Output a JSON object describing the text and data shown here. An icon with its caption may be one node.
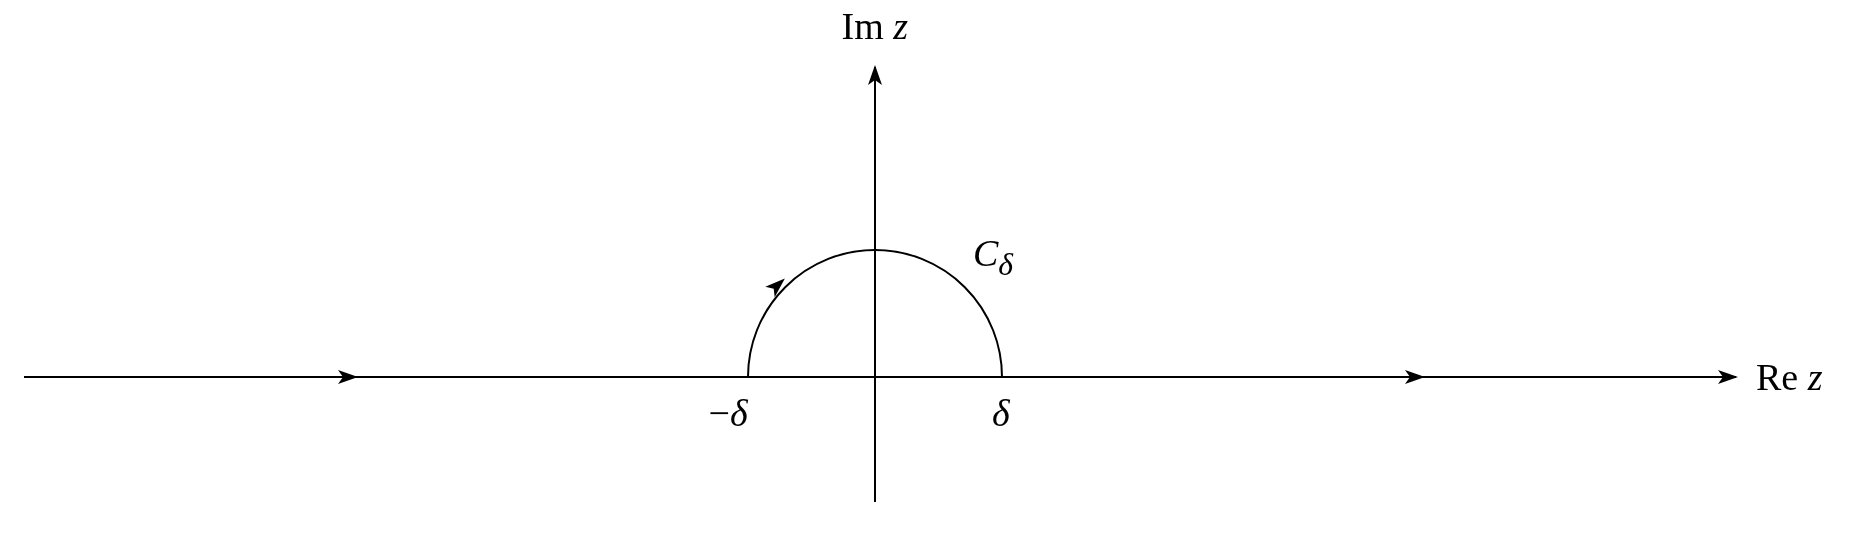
{
  "diagram": {
    "labels": [
      "Im *z*",
      "*C*$_{δ}$",
      "Re *z*",
      "−*δ*",
      "*δ*"
    ]
  }
}
